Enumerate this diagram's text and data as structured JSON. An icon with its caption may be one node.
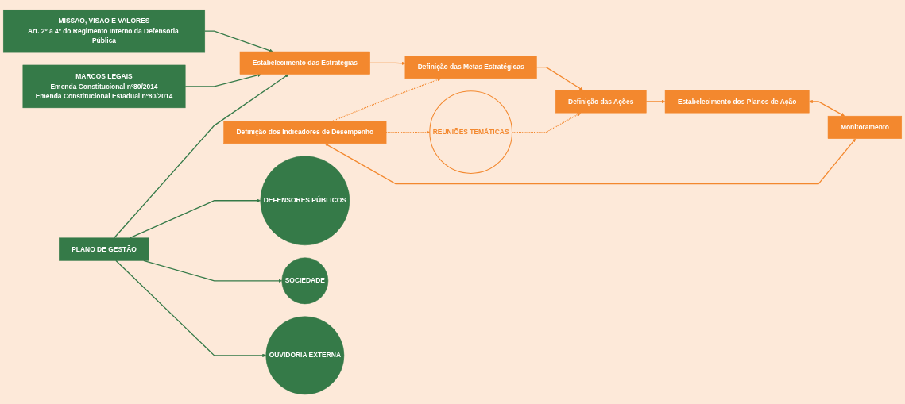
{
  "diagram": {
    "nodes": [
      {
        "text": [
          "MISSÃO, VISÃO E VALORES",
          "Art. 2º a 4º do Regimento Interno da Defensoria Pública"
        ]
      },
      {
        "text": [
          "MARCOS LEGAIS",
          "Emenda Constitucional nº80/2014",
          "Emenda Constitucional Estadual nº80/2014"
        ]
      },
      {
        "text": [
          "PLANO DE GESTÃO"
        ]
      },
      {
        "text": [
          "Estabelecimento das Estratégias"
        ]
      },
      {
        "text": [
          "Definição das Metas Estratégicas"
        ]
      },
      {
        "text": [
          "Definição das Ações"
        ]
      },
      {
        "text": [
          "REUNIÕES TEMÁTICAS"
        ]
      },
      {
        "text": [
          "Estabelecimento dos Planos de Ação"
        ]
      },
      {
        "text": [
          "Definição dos Indicadores de Desempenho"
        ]
      },
      {
        "text": [
          "Monitoramento"
        ]
      },
      {
        "text": [
          "DEFENSORES PÚBLICOS"
        ]
      },
      {
        "text": [
          "SOCIEDADE"
        ]
      },
      {
        "text": [
          "OUVIDORIA EXTERNA"
        ]
      }
    ],
    "edges": [
      {
        "from": 0,
        "to": 3,
        "arrow": "to",
        "color": "#357a48"
      },
      {
        "from": 1,
        "to": 3,
        "arrow": "to",
        "color": "#357a48"
      },
      {
        "from": 2,
        "to": 3,
        "arrow": "to",
        "color": "#357a48"
      },
      {
        "from": 3,
        "to": 4,
        "arrow": "to"
      },
      {
        "from": 4,
        "to": 5,
        "arrow": "to"
      },
      {
        "from": 6,
        "to": 5,
        "arrow": "to",
        "style": "dashed"
      },
      {
        "from": 5,
        "to": 7,
        "arrow": "to"
      },
      {
        "from": 7,
        "to": 9,
        "arrow": "both"
      },
      {
        "from": 8,
        "to": 9,
        "arrow": "both"
      },
      {
        "from": 8,
        "to": 4,
        "arrow": "to",
        "style": "dashed"
      },
      {
        "from": 8,
        "to": 6,
        "arrow": "to",
        "style": "dashed"
      },
      {
        "from": 2,
        "to": 10,
        "arrow": "to",
        "color": "#357a48"
      },
      {
        "from": 2,
        "to": 11,
        "arrow": "to",
        "color": "#357a48"
      },
      {
        "from": 2,
        "to": 12,
        "arrow": "to",
        "color": "#357a48"
      }
    ]
  }
}
